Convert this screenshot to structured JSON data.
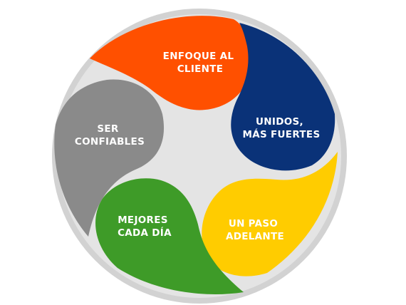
{
  "diagram": {
    "colors": {
      "outer_ring": "#d2d2d2",
      "inner_disc": "#e4e4e4",
      "label_text": "#ffffff"
    },
    "segments": [
      {
        "id": "enfoque",
        "lines": [
          "ENFOQUE AL",
          "CLIENTE"
        ],
        "color": "#ff5000"
      },
      {
        "id": "unidos",
        "lines": [
          "UNIDOS,",
          "MÁS FUERTES"
        ],
        "color": "#0a3278"
      },
      {
        "id": "paso",
        "lines": [
          "UN PASO",
          "ADELANTE"
        ],
        "color": "#ffcc00"
      },
      {
        "id": "mejores",
        "lines": [
          "MEJORES",
          "CADA DÍA"
        ],
        "color": "#3e9b28"
      },
      {
        "id": "ser",
        "lines": [
          "SER",
          "CONFIABLES"
        ],
        "color": "#8a8a8a"
      }
    ]
  }
}
